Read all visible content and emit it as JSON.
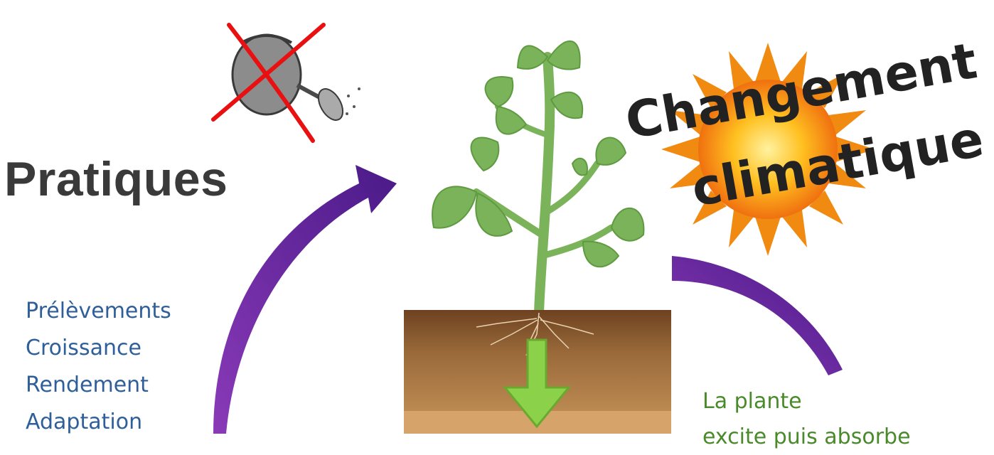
{
  "title": "Pratiques",
  "factors": [
    "Prélèvements",
    "Croissance",
    "Rendement",
    "Adaptation"
  ],
  "climate": {
    "line1": "Changement",
    "line2": "climatique"
  },
  "caption": {
    "line1": "La plante",
    "line2": "excite puis absorbe"
  },
  "colors": {
    "arrow": "#6a2a9a",
    "soil": "#8a5a2e",
    "plant": "#7bb35a",
    "down_arrow": "#8bd24a",
    "cross": "#e81010"
  }
}
